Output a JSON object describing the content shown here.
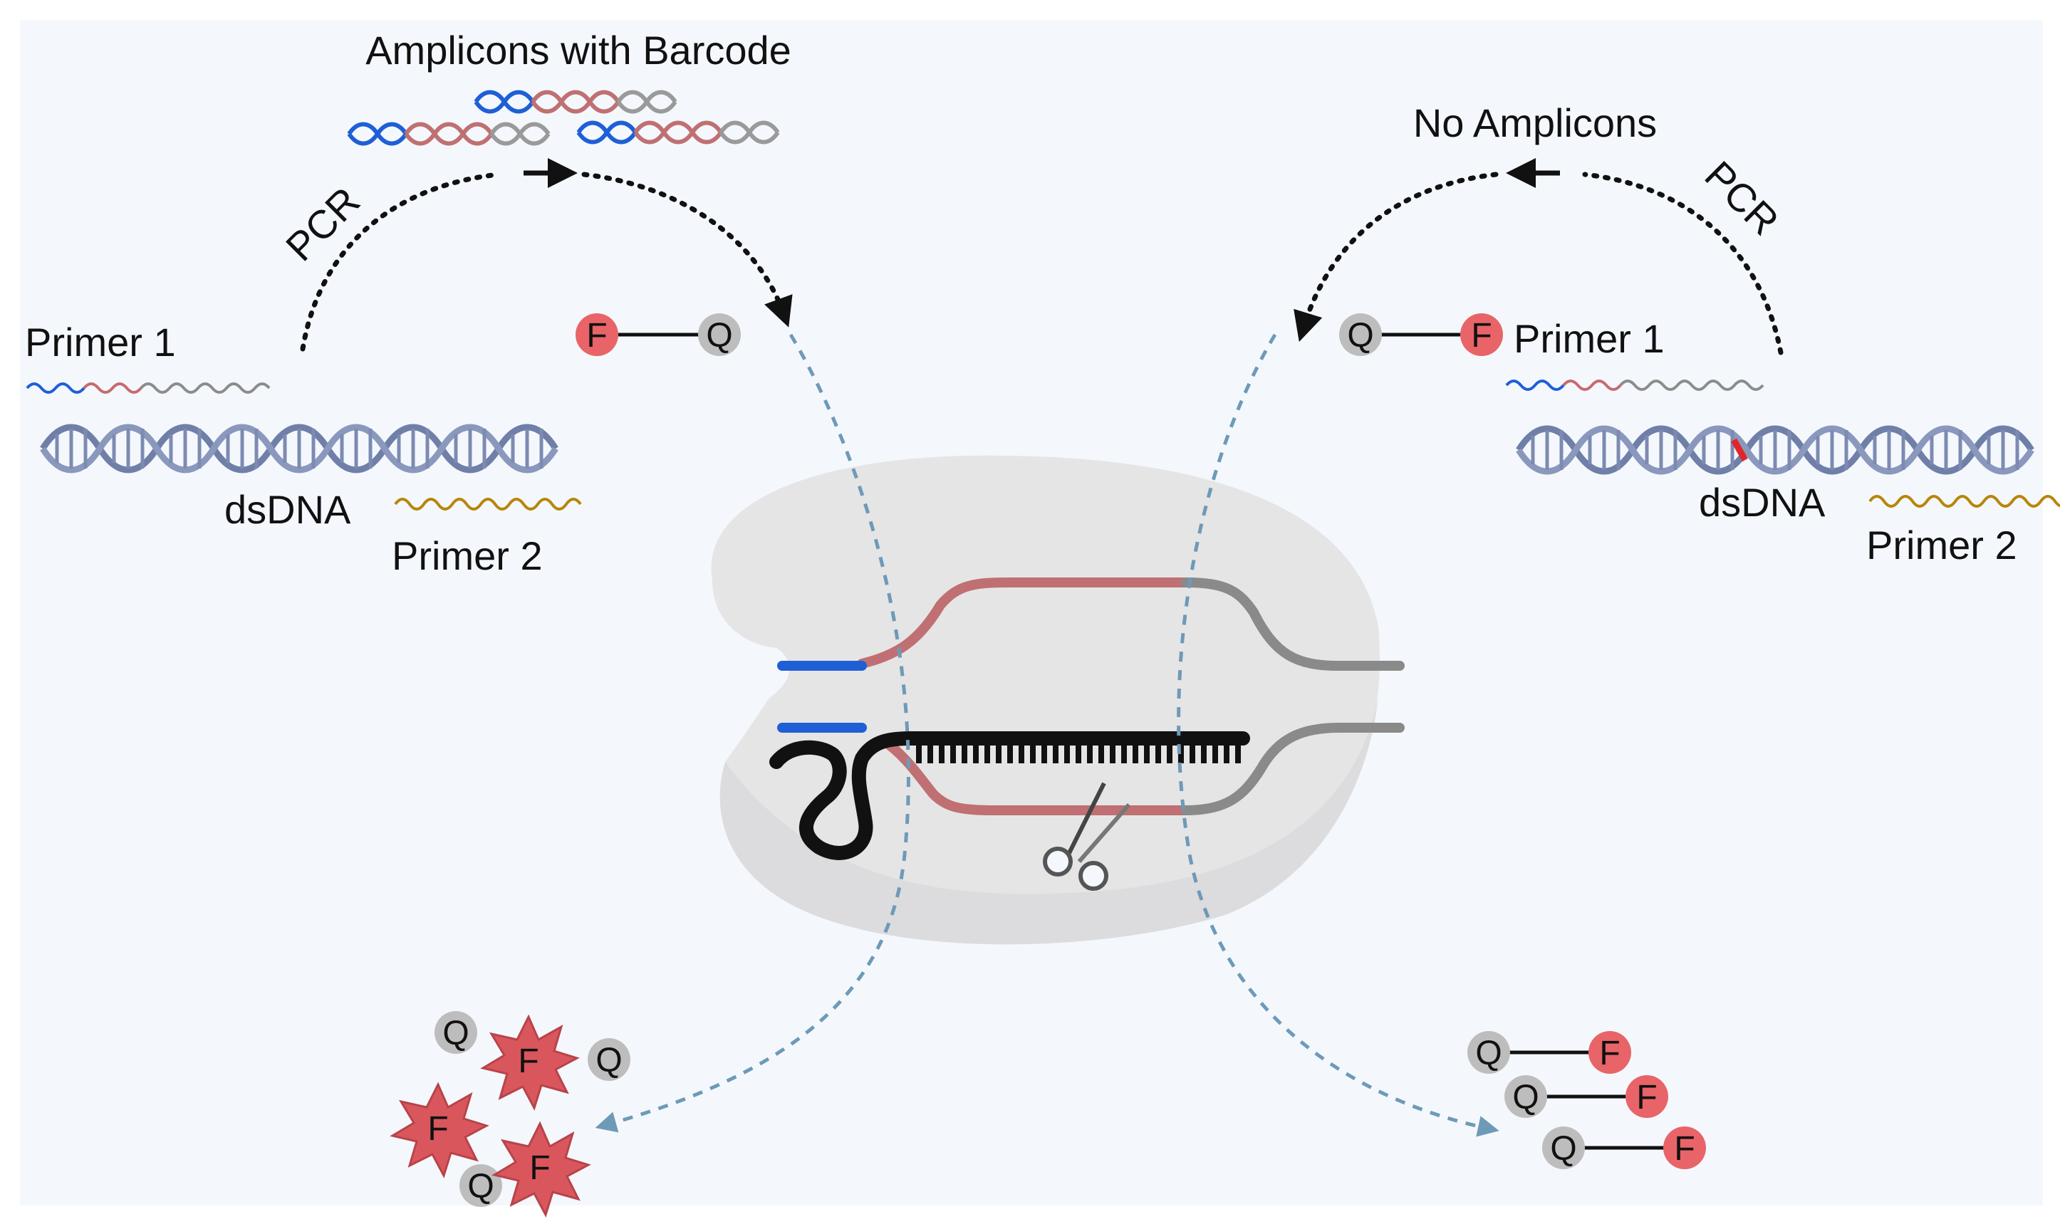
{
  "labels": {
    "amplicons_with_barcode": "Amplicons with Barcode",
    "no_amplicons": "No Amplicons",
    "pcr_left": "PCR",
    "pcr_right": "PCR",
    "primer1_left": "Primer 1",
    "primer1_right": "Primer 1",
    "primer2_left": "Primer 2",
    "primer2_right": "Primer 2",
    "dsdna_left": "dsDNA",
    "dsdna_right": "dsDNA"
  },
  "reporter": {
    "fluorophore": "F",
    "quencher": "Q"
  },
  "colors": {
    "background_panel": "#f4f8fd",
    "enzyme_body": "#e5e5e6",
    "fluorophore": "#e86468",
    "fluorophore_burst": "#d9575c",
    "quencher": "#bdbdbd",
    "dna_strand": "#6f7fa8",
    "primer_blue": "#1f5fd6",
    "primer_red": "#c86a6e",
    "primer_gray": "#8c8c8c",
    "primer2_gold": "#b8860b",
    "target_red": "#c07072",
    "target_gray": "#8a8a8a",
    "crrna_black": "#111111",
    "dashed_path": "#6e9ab8",
    "mutation_mark": "#e0262a"
  },
  "icons": [
    "dna-helix-icon",
    "scissors-icon",
    "arrow-icon",
    "fluorophore-burst-icon"
  ]
}
